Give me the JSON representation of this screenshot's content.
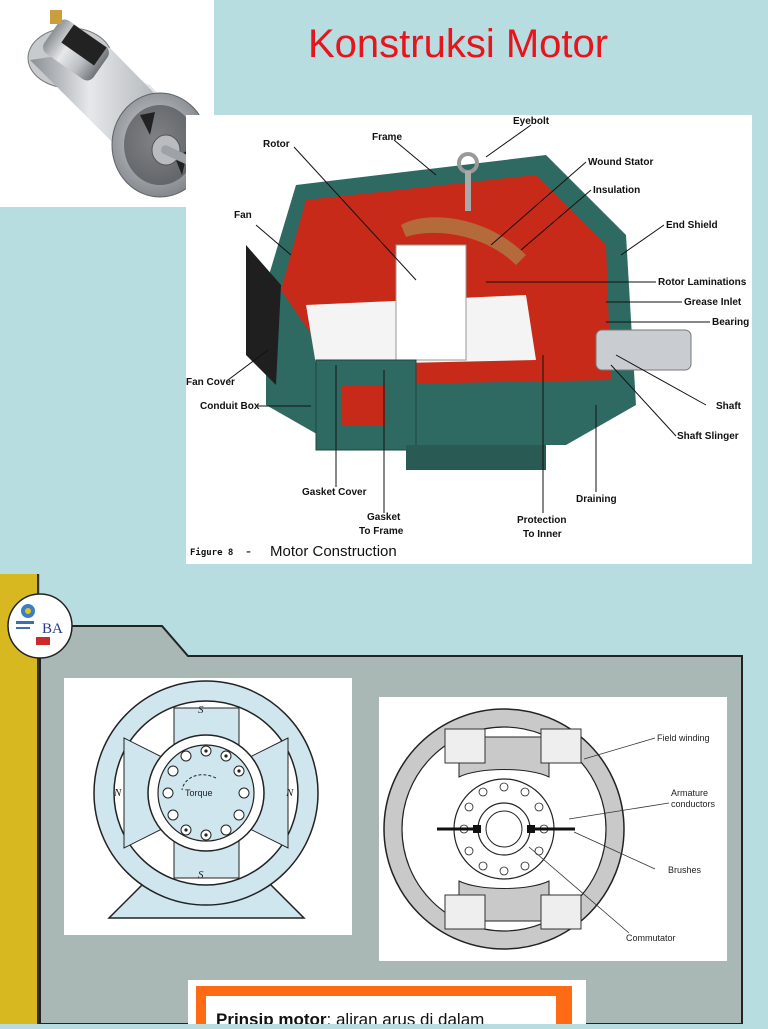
{
  "title": "Konstruksi Motor",
  "figure": {
    "caption_prefix": "Figure 8",
    "caption_dash": "-",
    "caption_title": "Motor Construction",
    "labels": {
      "eyebolt": "Eyebolt",
      "frame": "Frame",
      "rotor": "Rotor",
      "wound_stator": "Wound Stator",
      "insulation": "Insulation",
      "fan": "Fan",
      "end_shield": "End Shield",
      "rotor_laminations": "Rotor Laminations",
      "grease_inlet": "Grease Inlet",
      "bearing": "Bearing",
      "fan_cover": "Fan Cover",
      "conduit_box": "Conduit Box",
      "shaft": "Shaft",
      "shaft_slinger": "Shaft Slinger",
      "gasket_cover": "Gasket Cover",
      "draining": "Draining",
      "gasket_line1": "Gasket",
      "gasket_line2": "To Frame",
      "protection_line1": "Protection",
      "protection_line2": "To Inner"
    }
  },
  "logo": {
    "text": "BA"
  },
  "diagram_left": {
    "pole_top": "S",
    "pole_bottom": "S",
    "pole_left": "N",
    "pole_right": "N",
    "torque": "Torque"
  },
  "diagram_right": {
    "field_winding": "Field winding",
    "armature_line1": "Armature",
    "armature_line2": "conductors",
    "brushes": "Brushes",
    "commutator": "Commutator"
  },
  "principle": {
    "bold": "Prinsip motor",
    "rest": ": aliran arus di dalam"
  },
  "colors": {
    "title": "#e8141c",
    "background": "#b8dde0",
    "accent_bar": "#d8b820",
    "panel": "#a9b7b5",
    "callout": "#ff6a14"
  }
}
